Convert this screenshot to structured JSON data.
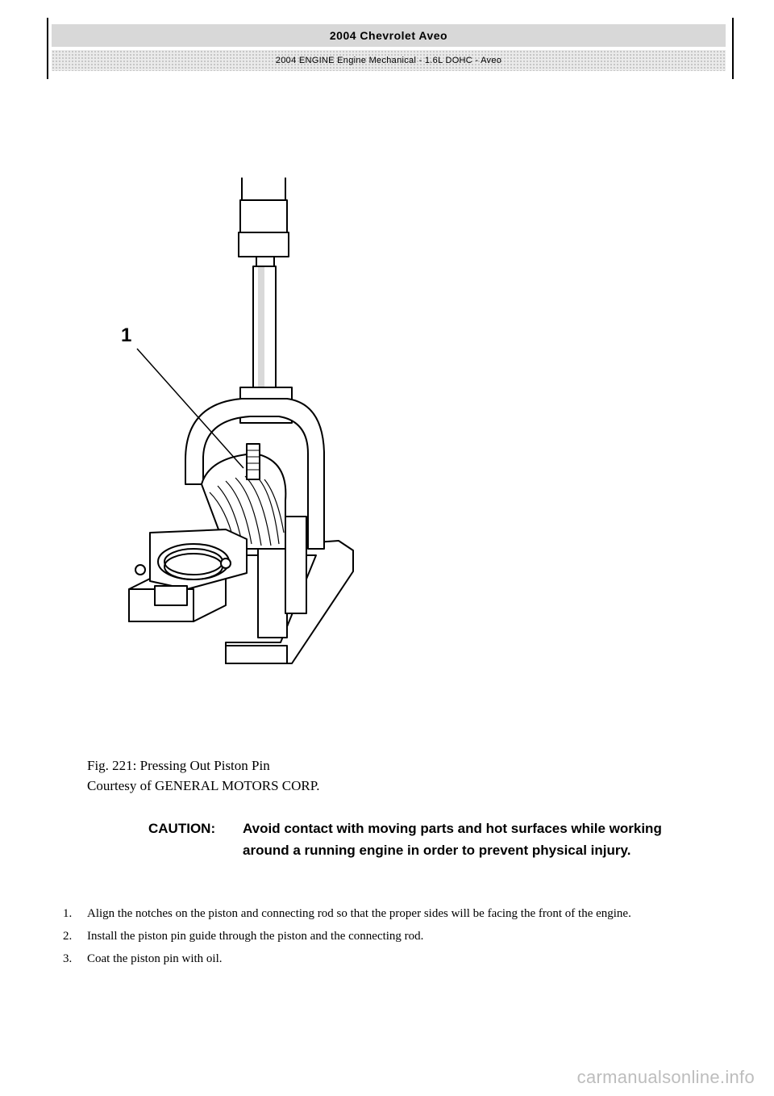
{
  "header": {
    "title": "2004 Chevrolet Aveo",
    "subtitle": "2004 ENGINE Engine Mechanical - 1.6L DOHC - Aveo"
  },
  "figure": {
    "callout_number": "1",
    "caption_line1": "Fig. 221: Pressing Out Piston Pin",
    "caption_line2": "Courtesy of GENERAL MOTORS CORP."
  },
  "caution": {
    "label": "CAUTION:",
    "text": "Avoid contact with moving parts and hot surfaces while working around a running engine in order to prevent physical injury."
  },
  "steps": [
    {
      "num": "1.",
      "text": "Align the notches on the piston and connecting rod so that the proper sides will be facing the front of the engine."
    },
    {
      "num": "2.",
      "text": "Install the piston pin guide through the piston and the connecting rod."
    },
    {
      "num": "3.",
      "text": "Coat the piston pin with oil."
    }
  ],
  "footer": {
    "watermark": "carmanualsonline.info"
  }
}
